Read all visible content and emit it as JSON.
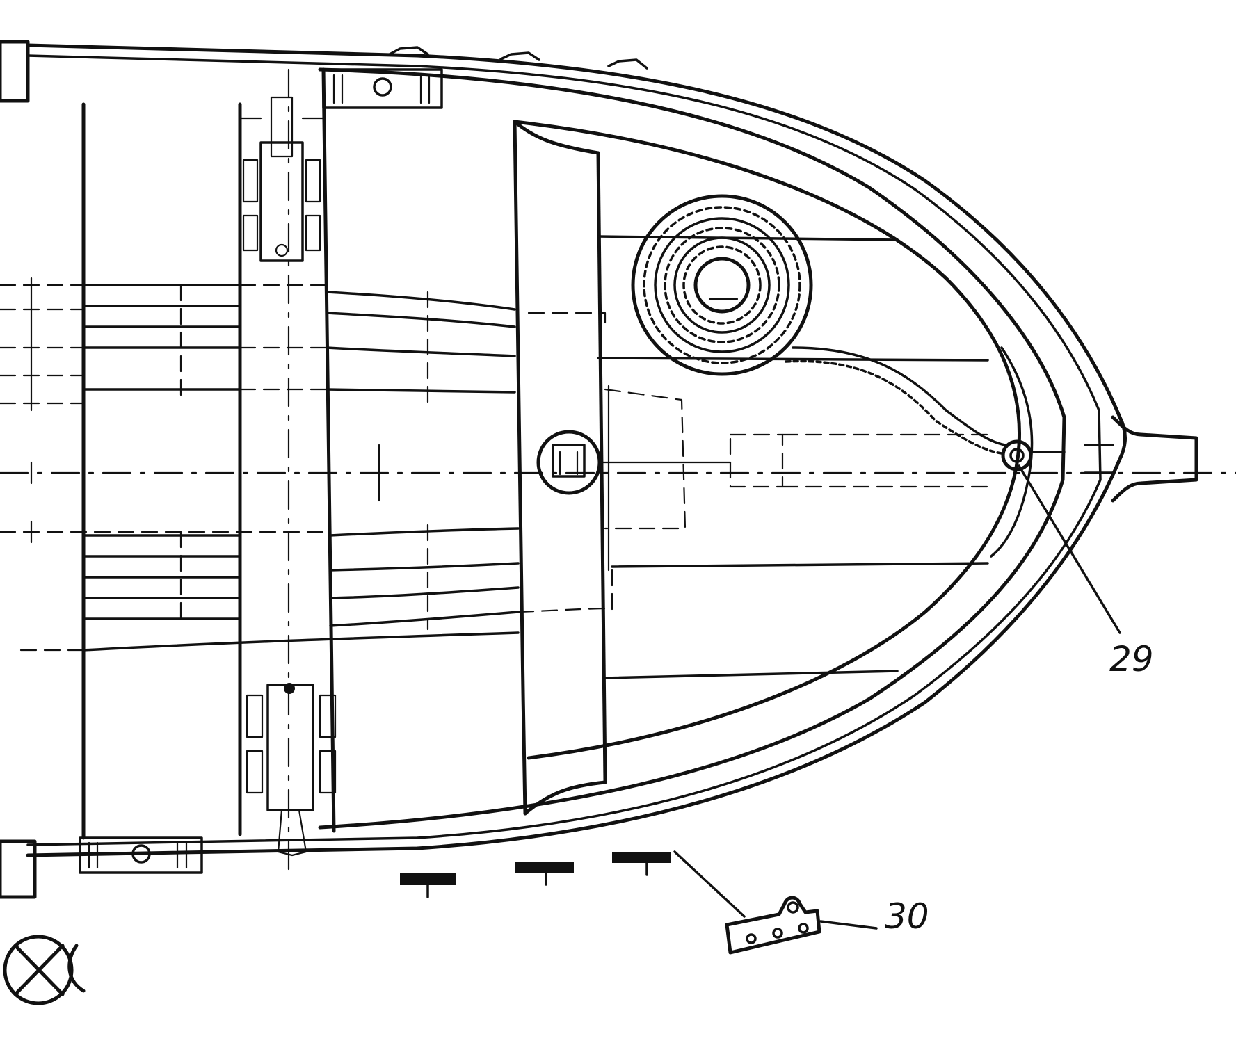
{
  "callouts": [
    {
      "id": "29",
      "label": "29"
    },
    {
      "id": "30",
      "label": "30"
    }
  ],
  "colors": {
    "ink": "#111111",
    "paper": "#ffffff"
  }
}
